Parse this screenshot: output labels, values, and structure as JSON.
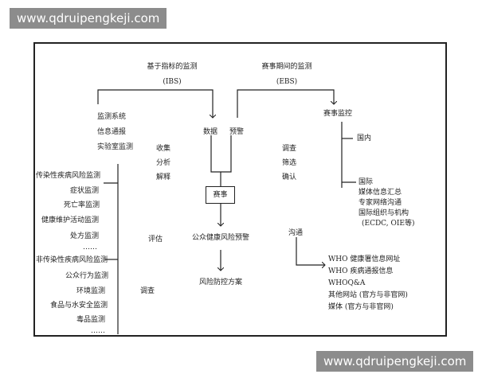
{
  "watermark": {
    "text": "www.qdruipengkeji.com"
  },
  "ibs": {
    "title": "基于指标的监测",
    "abbr": "(IBS)"
  },
  "ebs": {
    "title": "赛事期间的监测",
    "abbr": "(EBS)"
  },
  "center": {
    "data": "数据",
    "alert": "预警",
    "event": "赛事",
    "public_alert": "公众健康风险预警",
    "plan": "风险防控方案"
  },
  "ibs_methods": [
    "监测系统",
    "信息通报",
    "实验室监测"
  ],
  "ibs_steps": [
    "收集",
    "分析",
    "解释"
  ],
  "ebs_steps": [
    "调查",
    "筛选",
    "确认"
  ],
  "ebs_monitor": {
    "title": "赛事监控",
    "domestic": "国内",
    "intl": [
      "国际",
      "媒体信息汇总",
      "专家网络沟通",
      "国际组织与机构",
      "(ECDC, OIE等)"
    ]
  },
  "communication": {
    "label": "沟通",
    "items": [
      "WHO 健康署信息网址",
      "WHO 疾病通报信息",
      "WHOQ&A",
      "其他网站 (官方与非官网)",
      "媒体 (官方与非官网)"
    ]
  },
  "infectious": {
    "title": "传染性疾病风险监测",
    "items": [
      "症状监测",
      "死亡率监测",
      "健康维护活动监测",
      "处方监测",
      "……"
    ]
  },
  "noninfectious": {
    "title": "非传染性疾病风险监测",
    "items": [
      "公众行为监测",
      "环境监测",
      "食品与水安全监测",
      "毒品监测",
      "……"
    ]
  },
  "labels": {
    "evaluate": "评估",
    "investigate": "调查"
  }
}
